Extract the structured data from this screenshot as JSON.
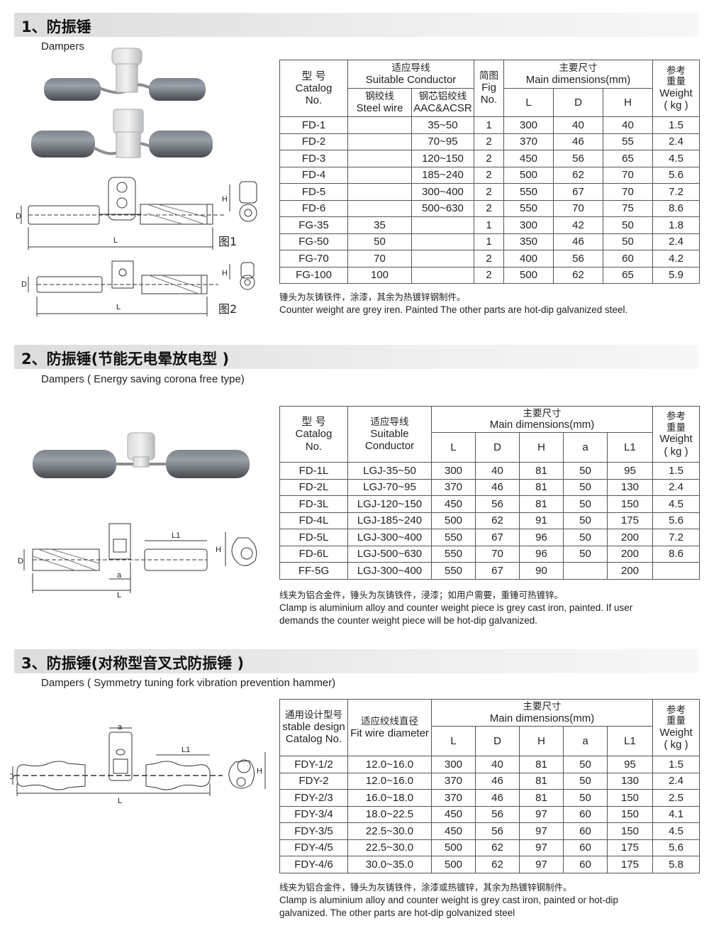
{
  "s1": {
    "title": "1、防振锤",
    "subtitle": "Dampers",
    "fig1": "图1",
    "fig2": "图2",
    "hdr": {
      "catalog_cn": "型 号",
      "catalog_en": "Catalog",
      "catalog_no": "No.",
      "cond_cn": "适应导线",
      "cond_en": "Suitable Conductor",
      "steel_cn": "钢绞线",
      "steel_en": "Steel wire",
      "acsr_cn": "钢芯铝绞线",
      "acsr_en": "AAC&ACSR",
      "fig_cn": "简图",
      "fig_en": "Fig",
      "fig_no": "No.",
      "dim_cn": "主要尺寸",
      "dim_en": "Main dimensions(mm)",
      "L": "L",
      "D": "D",
      "H": "H",
      "wt_cn1": "参考",
      "wt_cn2": "重量",
      "wt_en": "Weight",
      "wt_unit": "( kg )"
    },
    "rows": [
      [
        "FD-1",
        "",
        "35~50",
        "1",
        "300",
        "40",
        "40",
        "1.5"
      ],
      [
        "FD-2",
        "",
        "70~95",
        "2",
        "370",
        "46",
        "55",
        "2.4"
      ],
      [
        "FD-3",
        "",
        "120~150",
        "2",
        "450",
        "56",
        "65",
        "4.5"
      ],
      [
        "FD-4",
        "",
        "185~240",
        "2",
        "500",
        "62",
        "70",
        "5.6"
      ],
      [
        "FD-5",
        "",
        "300~400",
        "2",
        "550",
        "67",
        "70",
        "7.2"
      ],
      [
        "FD-6",
        "",
        "500~630",
        "2",
        "550",
        "70",
        "75",
        "8.6"
      ],
      [
        "FG-35",
        "35",
        "",
        "1",
        "300",
        "42",
        "50",
        "1.8"
      ],
      [
        "FG-50",
        "50",
        "",
        "1",
        "350",
        "46",
        "50",
        "2.4"
      ],
      [
        "FG-70",
        "70",
        "",
        "2",
        "400",
        "56",
        "60",
        "4.2"
      ],
      [
        "FG-100",
        "100",
        "",
        "2",
        "500",
        "62",
        "65",
        "5.9"
      ]
    ],
    "note_cn": "锤头为灰铸铁件，涂漆，其余为热镀锌钢制件。",
    "note_en": "Counter weight are grey iren. Painted The other parts are hot-dip galvanized steel."
  },
  "s2": {
    "title": "2、防振锤(节能无电晕放电型 )",
    "subtitle": "Dampers ( Energy saving corona free type)",
    "hdr": {
      "catalog_cn": "型 号",
      "catalog_en": "Catalog",
      "catalog_no": "No.",
      "cond_cn": "适应导线",
      "cond_en1": "Suitable",
      "cond_en2": "Conductor",
      "dim_cn": "主要尺寸",
      "dim_en": "Main dimensions(mm)",
      "L": "L",
      "D": "D",
      "H": "H",
      "a": "a",
      "L1": "L1",
      "wt_cn1": "参考",
      "wt_cn2": "重量",
      "wt_en": "Weight",
      "wt_unit": "( kg )"
    },
    "rows": [
      [
        "FD-1L",
        "LGJ-35~50",
        "300",
        "40",
        "81",
        "50",
        "95",
        "1.5"
      ],
      [
        "FD-2L",
        "LGJ-70~95",
        "370",
        "46",
        "81",
        "50",
        "130",
        "2.4"
      ],
      [
        "FD-3L",
        "LGJ-120~150",
        "450",
        "56",
        "81",
        "50",
        "150",
        "4.5"
      ],
      [
        "FD-4L",
        "LGJ-185~240",
        "500",
        "62",
        "91",
        "50",
        "175",
        "5.6"
      ],
      [
        "FD-5L",
        "LGJ-300~400",
        "550",
        "67",
        "96",
        "50",
        "200",
        "7.2"
      ],
      [
        "FD-6L",
        "LGJ-500~630",
        "550",
        "70",
        "96",
        "50",
        "200",
        "8.6"
      ],
      [
        "FF-5G",
        "LGJ-300~400",
        "550",
        "67",
        "90",
        "",
        "200",
        ""
      ]
    ],
    "note_cn": "线夹为铝合金件，锤头为灰铸铁件，浸漆；如用户需要，重锤可热镀锌。",
    "note_en1": "Clamp is aluminium alloy and counter weight piece is grey cast iron, painted. If user",
    "note_en2": "demands the counter weight piece will be hot-dip galvanized."
  },
  "s3": {
    "title": "3、防振锤(对称型音叉式防振锤 )",
    "subtitle": "Dampers ( Symmetry tuning fork vibration prevention hammer)",
    "hdr": {
      "catalog_cn": "通用设计型号",
      "catalog_en1": "stable design",
      "catalog_en2": "Catalog No.",
      "wire_cn": "适应绞线直径",
      "wire_en": "Fit wire diameter",
      "dim_cn": "主要尺寸",
      "dim_en": "Main dimensions(mm)",
      "L": "L",
      "D": "D",
      "H": "H",
      "a": "a",
      "L1": "L1",
      "wt_cn1": "参考",
      "wt_cn2": "重量",
      "wt_en": "Weight",
      "wt_unit": "( kg )"
    },
    "rows": [
      [
        "FDY-1/2",
        "12.0~16.0",
        "300",
        "40",
        "81",
        "50",
        "95",
        "1.5"
      ],
      [
        "FDY-2",
        "12.0~16.0",
        "370",
        "46",
        "81",
        "50",
        "130",
        "2.4"
      ],
      [
        "FDY-2/3",
        "16.0~18.0",
        "370",
        "46",
        "81",
        "50",
        "150",
        "2.5"
      ],
      [
        "FDY-3/4",
        "18.0~22.5",
        "450",
        "56",
        "97",
        "60",
        "150",
        "4.1"
      ],
      [
        "FDY-3/5",
        "22.5~30.0",
        "450",
        "56",
        "97",
        "60",
        "150",
        "4.5"
      ],
      [
        "FDY-4/5",
        "22.5~30.0",
        "500",
        "62",
        "97",
        "60",
        "175",
        "5.6"
      ],
      [
        "FDY-4/6",
        "30.0~35.0",
        "500",
        "62",
        "97",
        "60",
        "175",
        "5.8"
      ]
    ],
    "note_cn": "线夹为铝合金件，锤头为灰铸铁件，涂漆或热镀锌，其余为热镀锌钢制件。",
    "note_en1": "Clamp is aluminium alloy and counter weight is grey cast iron, painted or hot-dip",
    "note_en2": "galvanized. The other parts are hot-dip golvanized steel"
  },
  "dim_labels": {
    "L": "L",
    "D": "D",
    "H": "H",
    "a": "a",
    "L1": "L1"
  }
}
